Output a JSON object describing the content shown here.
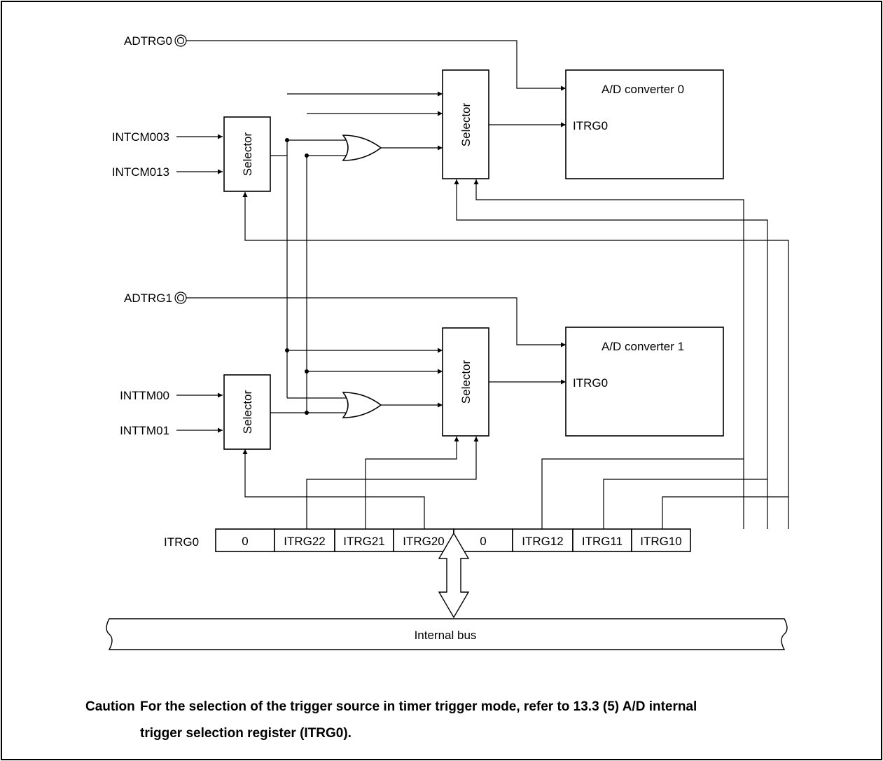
{
  "inputs": {
    "adtrg0": "ADTRG0",
    "adtrg1": "ADTRG1",
    "intcm003": "INTCM003",
    "intcm013": "INTCM013",
    "inttm00": "INTTM00",
    "inttm01": "INTTM01"
  },
  "selector_label": "Selector",
  "converters": [
    {
      "title": "A/D converter 0",
      "input": "ITRG0"
    },
    {
      "title": "A/D converter 1",
      "input": "ITRG0"
    }
  ],
  "register": {
    "name": "ITRG0",
    "bits": [
      "0",
      "ITRG22",
      "ITRG21",
      "ITRG20",
      "0",
      "ITRG12",
      "ITRG11",
      "ITRG10"
    ]
  },
  "bus_label": "Internal bus",
  "caution": {
    "label": "Caution",
    "line1": "For the selection of the trigger source in timer trigger mode, refer to 13.3 (5)  A/D internal",
    "line2": "trigger selection register (ITRG0)."
  }
}
